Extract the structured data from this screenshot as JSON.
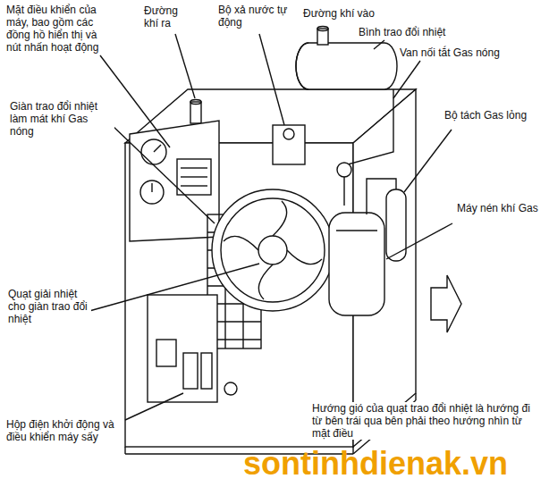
{
  "diagram": {
    "labels": [
      "Mặt điều khiển của máy, bao gồm các đồng hồ hiển thị và nút nhấn hoạt động",
      "Đường khí ra",
      "Bộ xả nước tự động",
      "Đường khí vào",
      "Bình trao đổi nhiệt",
      "Van nối tắt Gas nóng",
      "Giàn trao đổi nhiệt làm mát khí Gas nóng",
      "Bộ tách Gas lỏng",
      "Máy nén khí Gas",
      "Quạt giải nhiệt cho giàn trao đổi nhiệt",
      "Hộp điện khởi động và điều khiển máy sấy",
      "Hướng gió của quạt trao đổi nhiệt là hướng đi từ bên trái qua bên phải theo hướng nhìn từ mặt điều",
      "sontinhdienak.vn"
    ]
  }
}
